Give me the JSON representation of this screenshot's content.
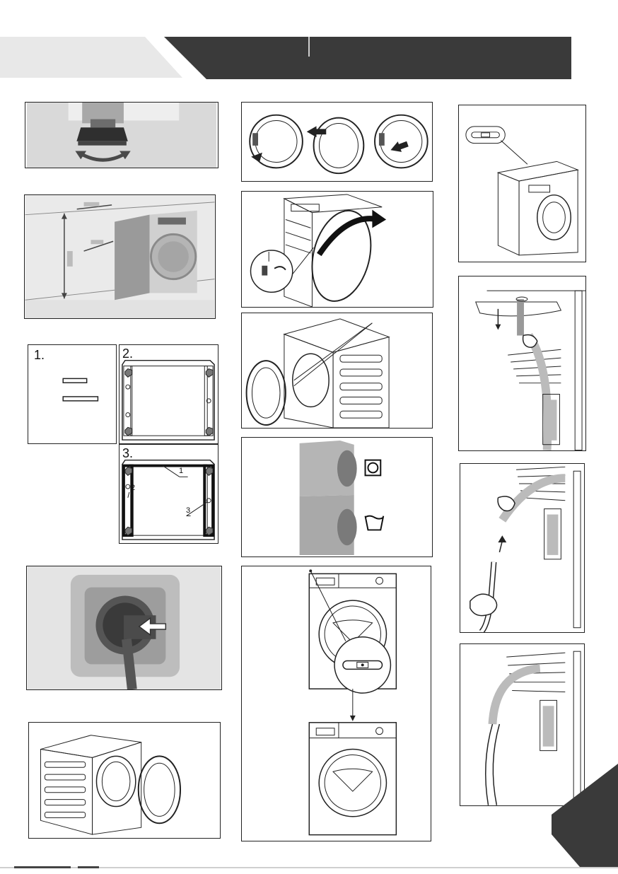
{
  "steps": {
    "one": "1.",
    "two": "2.",
    "three": "3."
  },
  "callouts": {
    "one": "1",
    "two": "2",
    "three": "3"
  },
  "colors": {
    "banner": "#3a3a3a",
    "banner_light": "#e6e6e6",
    "outline": "#222222",
    "photo_gray": "#b8b8b8"
  },
  "icons": [
    "foot-adjust-arrow-icon",
    "door-hinge-arrow-icon",
    "spirit-level-icon",
    "drum-symbol-icon",
    "tub-symbol-icon",
    "plug-arrow-icon",
    "hose-insert-arrow-icon"
  ]
}
